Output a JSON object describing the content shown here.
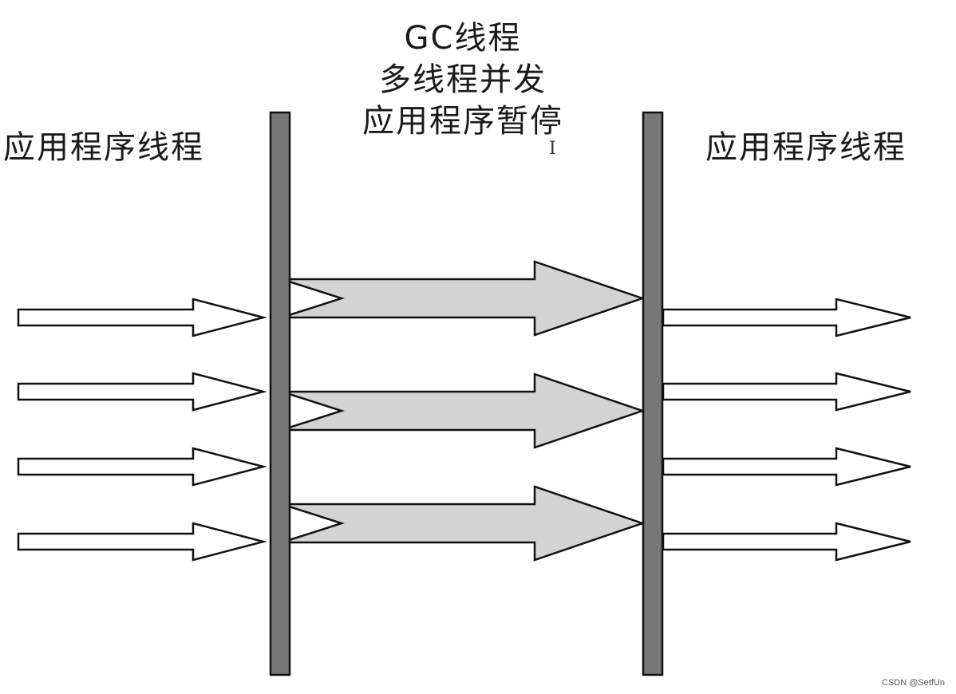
{
  "labels": {
    "left_threads": "应用程序线程",
    "right_threads": "应用程序线程",
    "gc_title": "GC线程",
    "gc_mode": "多线程并发",
    "gc_pause": "应用程序暂停"
  },
  "watermark": "CSDN @SetfUn",
  "colors": {
    "barrier": "#777777",
    "gc_arrow": "#d3d3d3",
    "app_arrow": "#ffffff",
    "stroke": "#111111"
  },
  "counts": {
    "app_threads_before": 4,
    "gc_threads": 3,
    "app_threads_after": 4
  }
}
